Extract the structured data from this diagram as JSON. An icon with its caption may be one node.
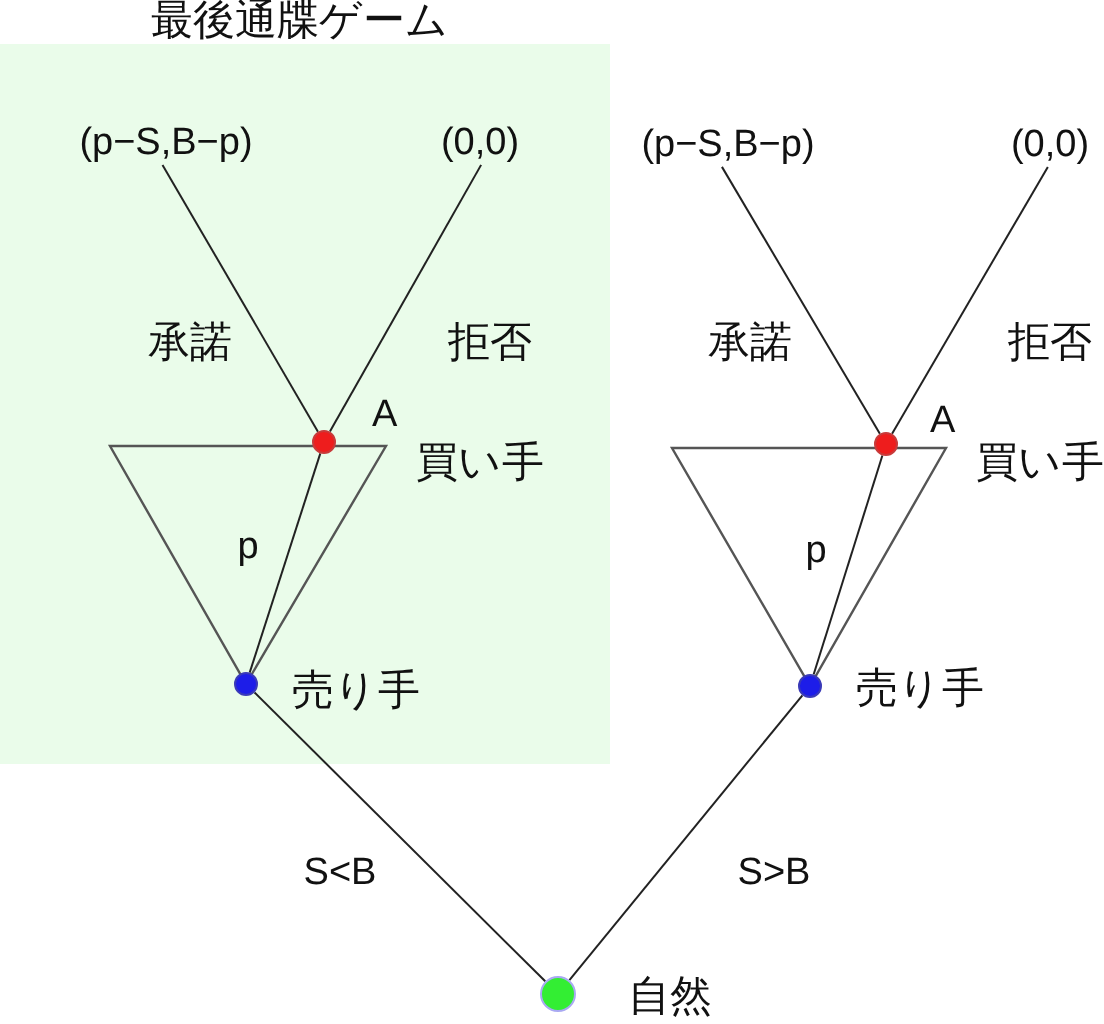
{
  "diagram": {
    "nodes": [
      {
        "text": [
          "最後通牒ゲーム"
        ]
      },
      {
        "text": [
          "(p−S,B−p)"
        ],
        "in": 0
      },
      {
        "text": [
          "(0,0)"
        ],
        "in": 0
      },
      {
        "text": [],
        "shape": "circle",
        "in": 0,
        "beside": [
          "A",
          "買い手"
        ]
      },
      {
        "text": [],
        "shape": "circle",
        "in": 0,
        "beside": [
          "売り手"
        ]
      },
      {
        "text": [
          "(p−S,B−p)"
        ]
      },
      {
        "text": [
          "(0,0)"
        ]
      },
      {
        "text": [],
        "shape": "circle",
        "beside": [
          "A",
          "買い手"
        ]
      },
      {
        "text": [],
        "shape": "circle",
        "beside": [
          "売り手"
        ]
      },
      {
        "text": [],
        "shape": "circle",
        "beside": [
          "自然"
        ]
      }
    ],
    "edges": [
      {
        "from": 3,
        "to": 1,
        "arrow": "none",
        "label": "承諾"
      },
      {
        "from": 3,
        "to": 2,
        "arrow": "none",
        "label": "拒否"
      },
      {
        "from": 4,
        "to": 3,
        "arrow": "none",
        "label": "p"
      },
      {
        "from": 9,
        "to": 4,
        "arrow": "none",
        "label": "S<B"
      },
      {
        "from": 7,
        "to": 5,
        "arrow": "none",
        "label": "承諾"
      },
      {
        "from": 7,
        "to": 6,
        "arrow": "none",
        "label": "拒否"
      },
      {
        "from": 8,
        "to": 7,
        "arrow": "none",
        "label": "p"
      },
      {
        "from": 9,
        "to": 8,
        "arrow": "none",
        "label": "S>B"
      }
    ]
  }
}
